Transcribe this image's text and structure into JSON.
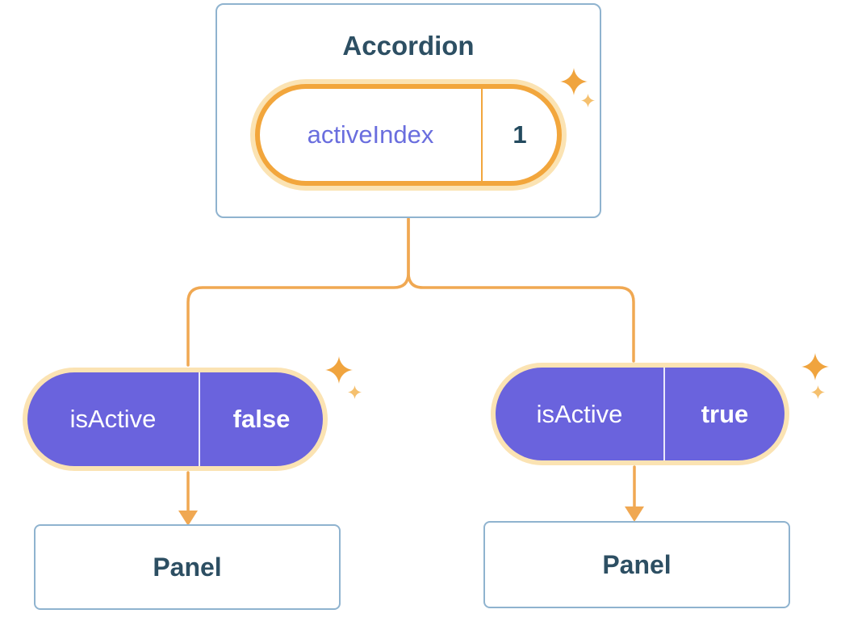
{
  "accordion": {
    "title": "Accordion",
    "state": {
      "name": "activeIndex",
      "value": "1"
    }
  },
  "panels": [
    {
      "prop": {
        "name": "isActive",
        "value": "false"
      },
      "label": "Panel"
    },
    {
      "prop": {
        "name": "isActive",
        "value": "true"
      },
      "label": "Panel"
    }
  ],
  "colors": {
    "card_border": "#8fb3cf",
    "heading_text": "#2d4f63",
    "accent_orange": "#f2a63c",
    "glow_cream": "#fbe3b3",
    "state_name_text": "#6a6ede",
    "prop_pill_fill": "#6a63dd",
    "prop_text": "#ffffff",
    "connector": "#f0a852"
  }
}
